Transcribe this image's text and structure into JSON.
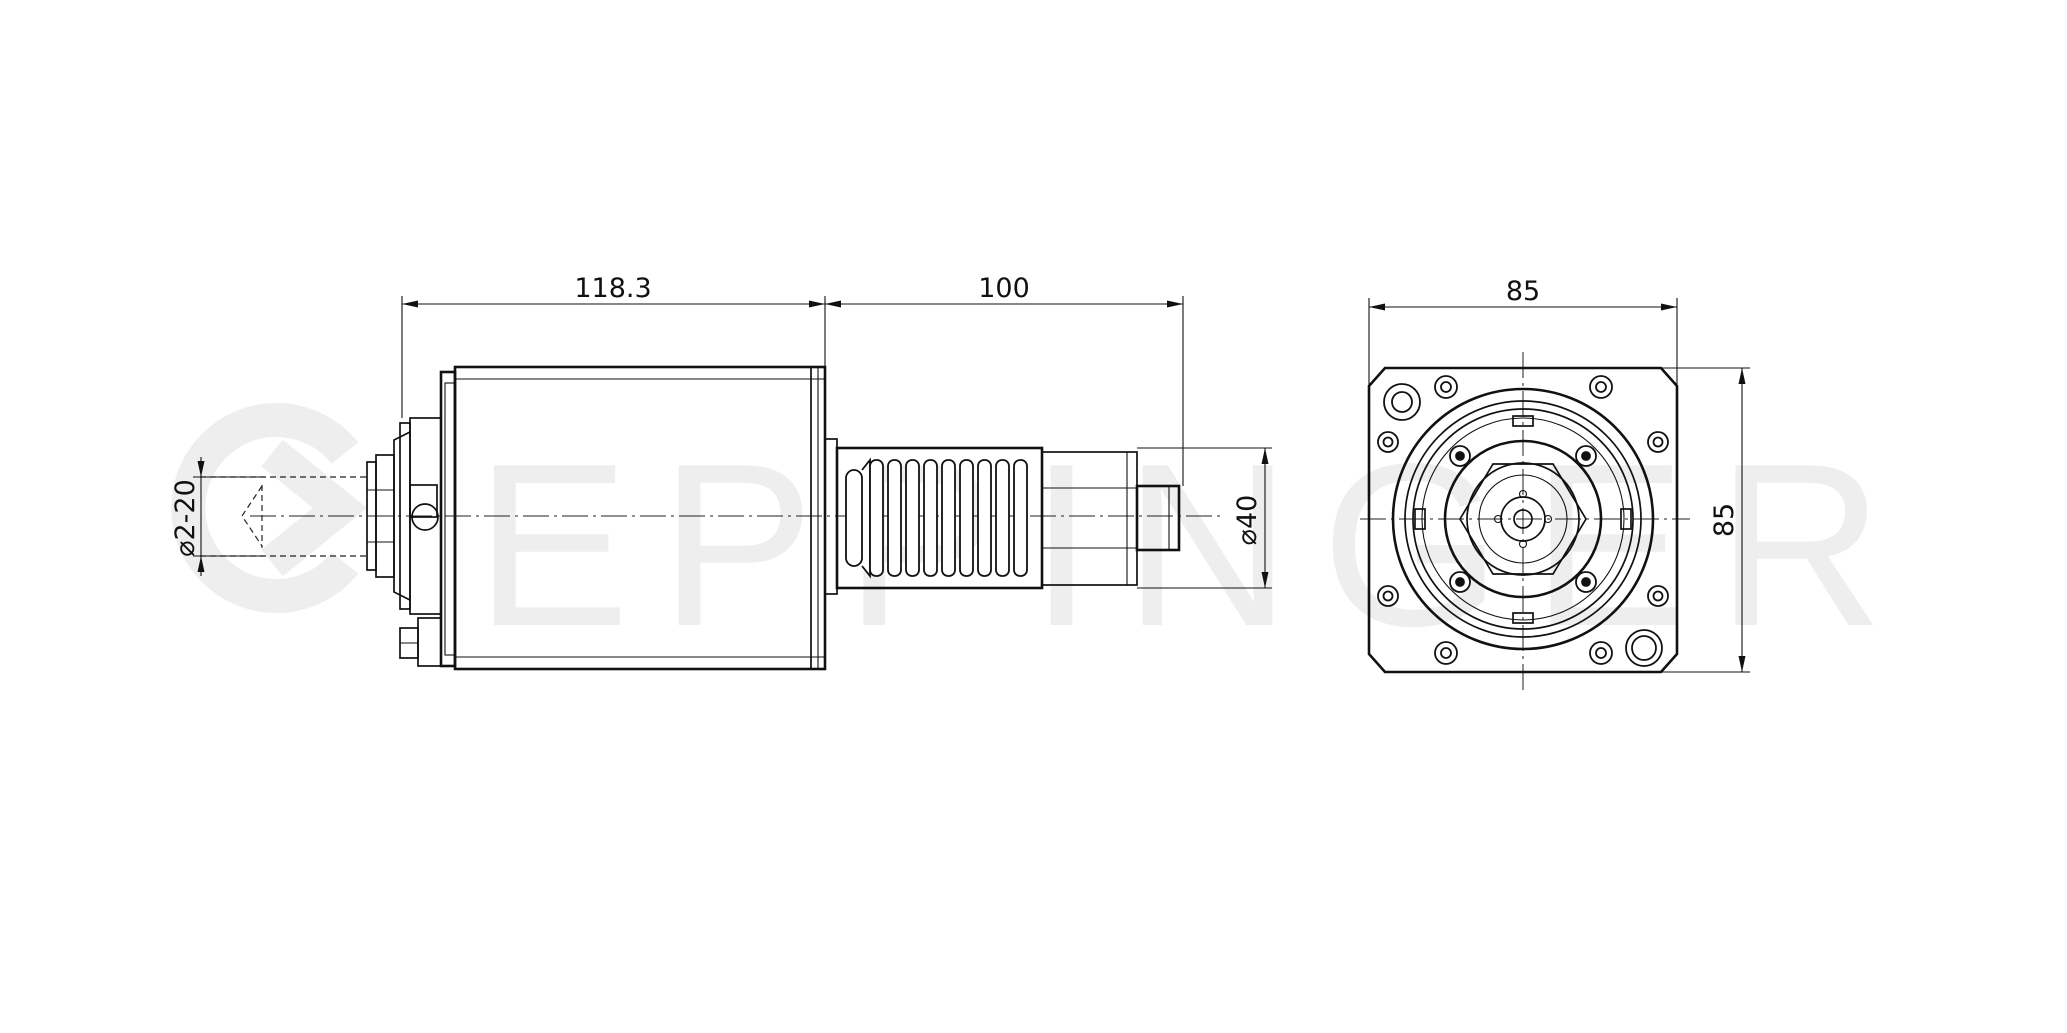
{
  "watermark": {
    "text": "EPPINGER"
  },
  "dimensions": {
    "housing_length": "118.3",
    "shank_length": "100",
    "flange_width": "85",
    "flange_height": "85",
    "shank_diameter": "⌀40",
    "clamping_range": "⌀2-20"
  }
}
